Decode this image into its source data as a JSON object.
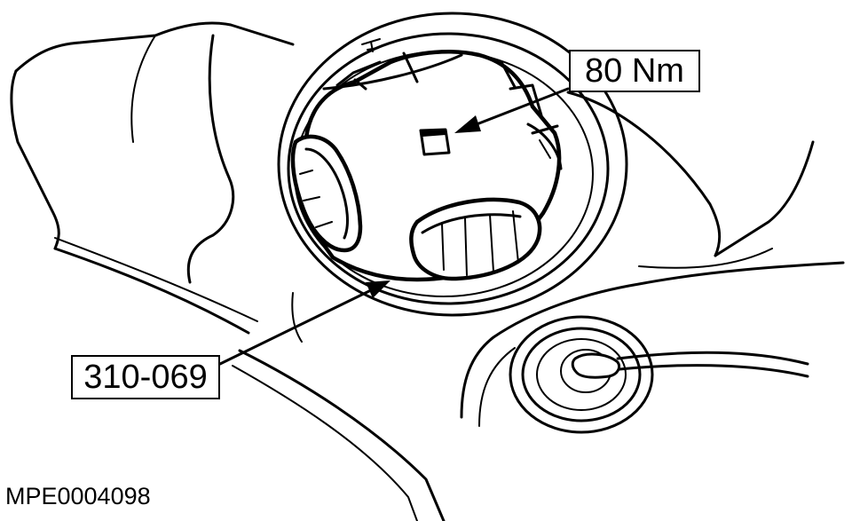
{
  "callouts": {
    "torque": "80 Nm",
    "tool": "310-069"
  },
  "figure": {
    "id": "MPE0004098"
  },
  "colors": {
    "line": "#000000",
    "background": "#ffffff"
  },
  "icons": {
    "fuel_cap": "fuel-tank-cap-icon",
    "arrow": "leader-arrow-icon"
  }
}
